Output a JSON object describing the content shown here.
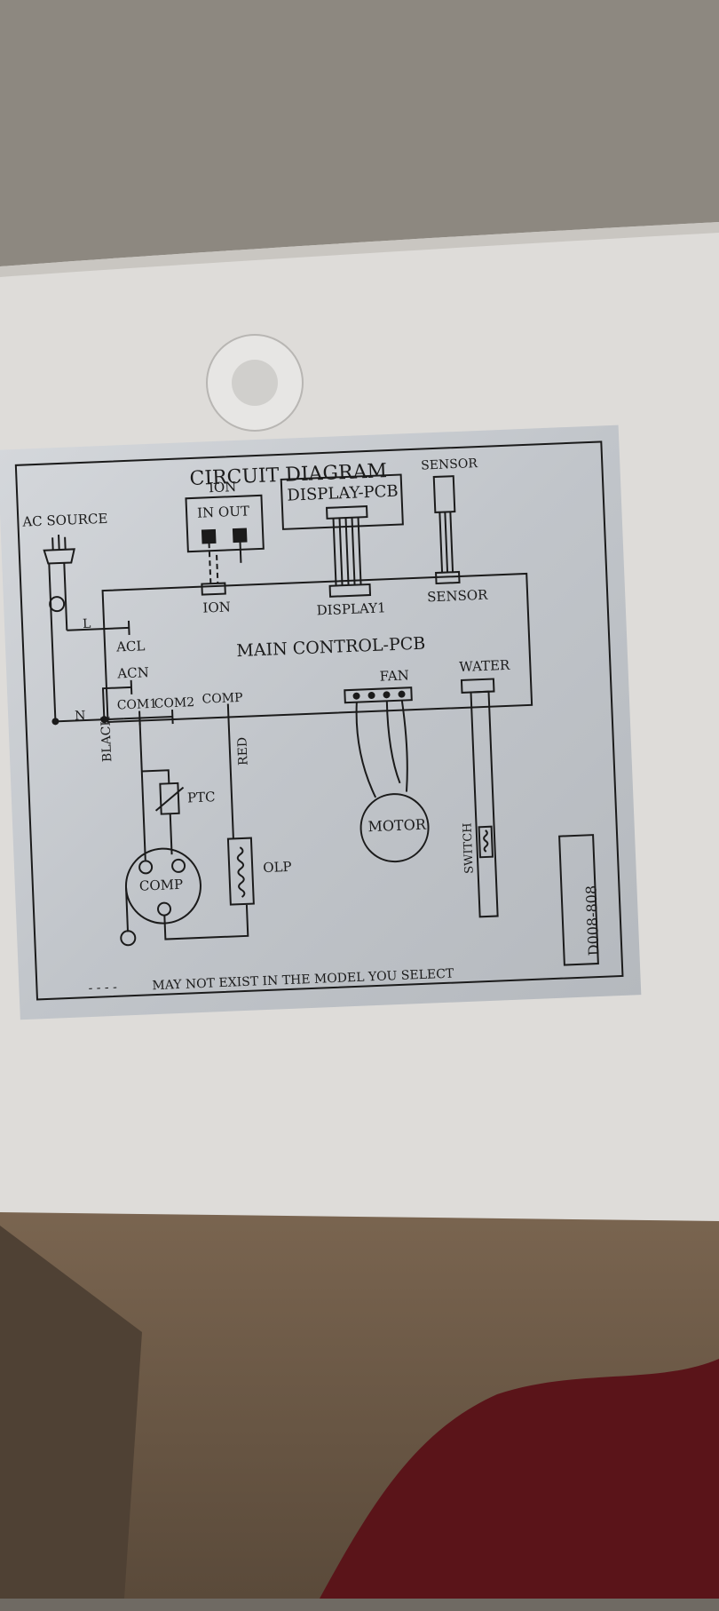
{
  "diagram": {
    "title": "CIRCUIT DIAGRAM",
    "ac_source": "AC SOURCE",
    "line_l": "L",
    "line_n": "N",
    "ion": "ION",
    "ion_in_out": "IN OUT",
    "display_pcb": "DISPLAY-PCB",
    "sensor_top": "SENSOR",
    "acl": "ACL",
    "ion_conn": "ION",
    "display1": "DISPLAY1",
    "sensor_conn": "SENSOR",
    "acn": "ACN",
    "main_pcb": "MAIN CONTROL-PCB",
    "fan": "FAN",
    "water": "WATER",
    "com1": "COM1",
    "com2": "COM2",
    "comp_conn": "COMP",
    "black": "BLACK",
    "red": "RED",
    "ptc": "PTC",
    "motor": "MOTOR",
    "switch": "SWITCH",
    "comp": "COMP",
    "olp": "OLP",
    "model_code": "D008-808",
    "footnote_dash": "- - - -",
    "footnote": "MAY NOT EXIST IN THE MODEL YOU SELECT"
  },
  "colors": {
    "wall_top": "#8a857c",
    "appliance": "#dedcd9",
    "plate": "#c3c7cc",
    "ink": "#1b1b1b",
    "floor": "#6e5a44",
    "fabric": "#5a1419"
  }
}
